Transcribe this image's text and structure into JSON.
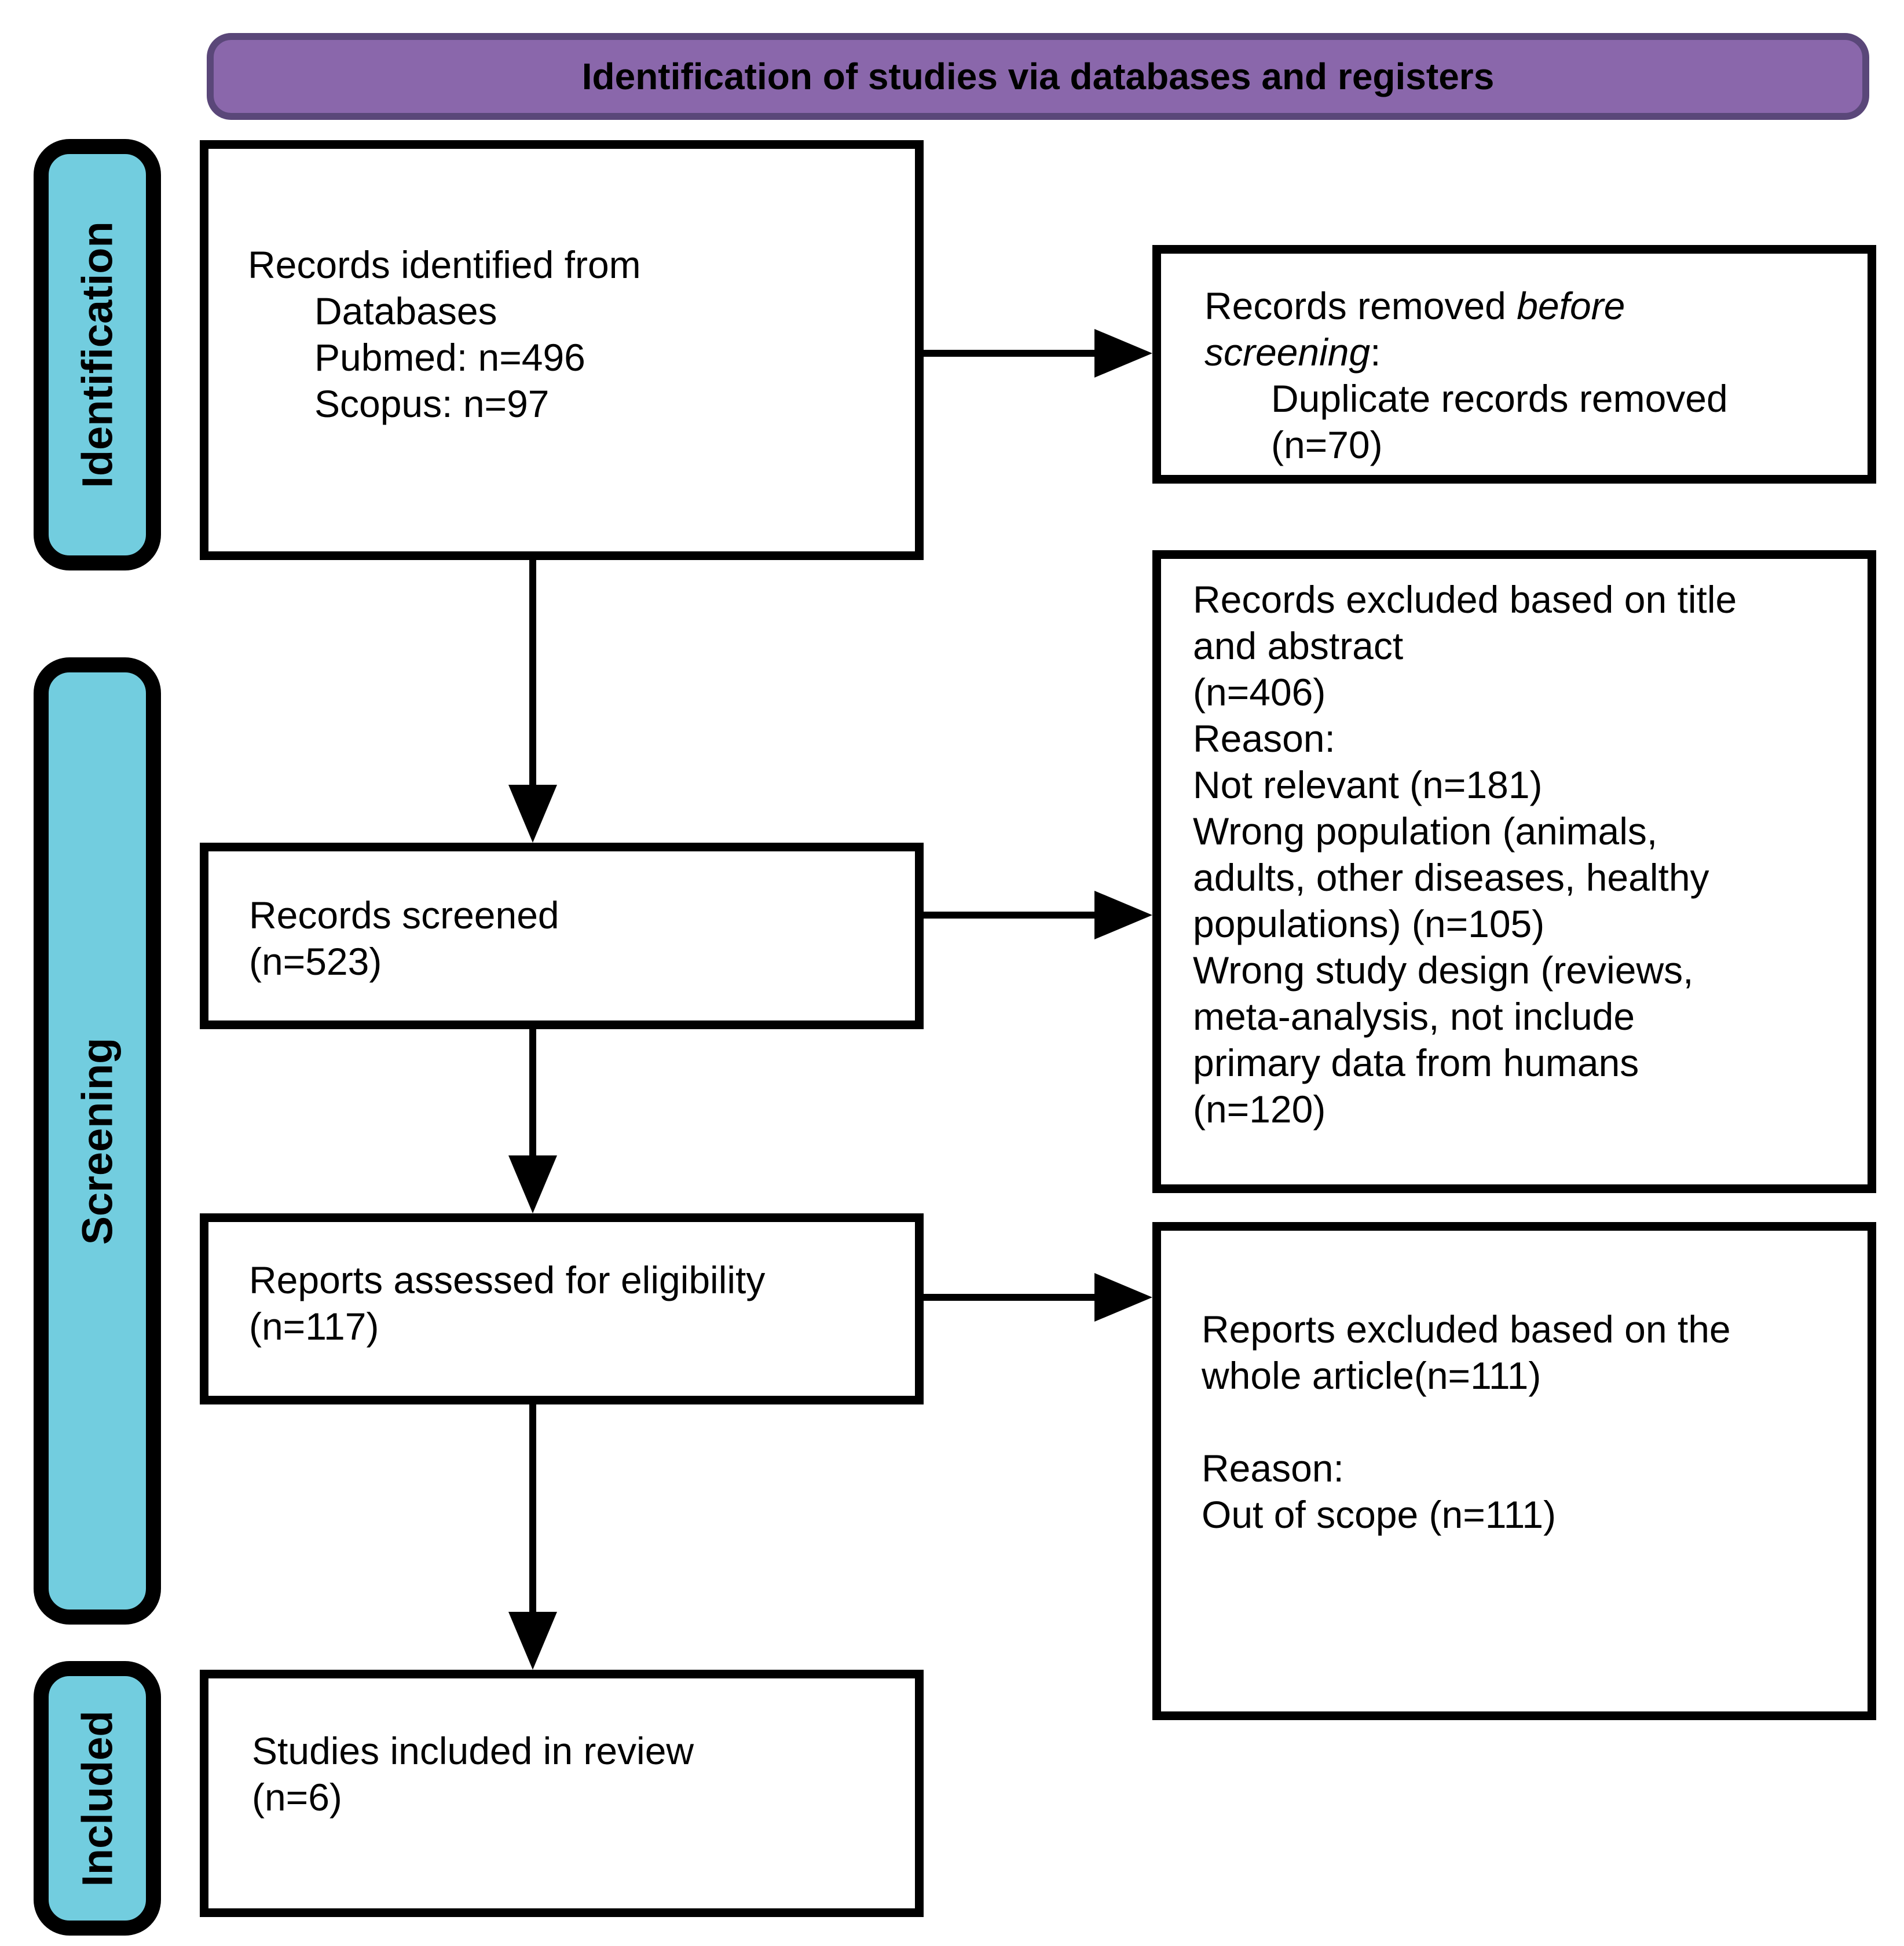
{
  "header": {
    "title": "Identification of studies via databases and registers"
  },
  "colors": {
    "purple": "#8a67ab",
    "purple_border": "#5a4779",
    "cyan": "#72cddf"
  },
  "sidebar": {
    "stages": [
      {
        "label": "Identification"
      },
      {
        "label": "Screening"
      },
      {
        "label": "Included"
      }
    ]
  },
  "boxes": {
    "records_identified": {
      "lines": [
        {
          "runs": [
            {
              "t": "Records identified from"
            }
          ]
        },
        {
          "indent": true,
          "runs": [
            {
              "t": "Databases"
            }
          ]
        },
        {
          "indent": true,
          "runs": [
            {
              "t": "Pubmed: n=496"
            }
          ]
        },
        {
          "indent": true,
          "runs": [
            {
              "t": "Scopus: n=97"
            }
          ]
        }
      ]
    },
    "records_removed": {
      "lines": [
        {
          "runs": [
            {
              "t": "Records removed "
            },
            {
              "t": "before",
              "italic": true
            }
          ]
        },
        {
          "runs": [
            {
              "t": "screening",
              "italic": true
            },
            {
              "t": ":"
            }
          ]
        },
        {
          "indent": true,
          "runs": [
            {
              "t": "Duplicate records removed"
            }
          ]
        },
        {
          "indent": true,
          "runs": [
            {
              "t": "(n=70)"
            }
          ]
        }
      ]
    },
    "records_screened": {
      "lines": [
        {
          "runs": [
            {
              "t": "Records screened"
            }
          ]
        },
        {
          "runs": [
            {
              "t": "(n=523)"
            }
          ]
        }
      ]
    },
    "records_excluded": {
      "lines": [
        {
          "runs": [
            {
              "t": "Records excluded based on title"
            }
          ]
        },
        {
          "runs": [
            {
              "t": "and abstract"
            }
          ]
        },
        {
          "runs": [
            {
              "t": "(n=406)"
            }
          ]
        },
        {
          "runs": [
            {
              "t": "Reason:"
            }
          ]
        },
        {
          "runs": [
            {
              "t": "Not relevant (n=181)"
            }
          ]
        },
        {
          "runs": [
            {
              "t": "Wrong population (animals,"
            }
          ]
        },
        {
          "runs": [
            {
              "t": "adults, other diseases, healthy"
            }
          ]
        },
        {
          "runs": [
            {
              "t": "populations) (n=105)"
            }
          ]
        },
        {
          "runs": [
            {
              "t": "Wrong study design (reviews,"
            }
          ]
        },
        {
          "runs": [
            {
              "t": "meta-analysis, not include"
            }
          ]
        },
        {
          "runs": [
            {
              "t": "primary data from humans"
            }
          ]
        },
        {
          "runs": [
            {
              "t": "(n=120)"
            }
          ]
        }
      ]
    },
    "reports_assessed": {
      "lines": [
        {
          "runs": [
            {
              "t": "Reports assessed for eligibility"
            }
          ]
        },
        {
          "runs": [
            {
              "t": "(n=117)"
            }
          ]
        }
      ]
    },
    "reports_excluded": {
      "lines": [
        {
          "runs": [
            {
              "t": "Reports excluded based on the"
            }
          ]
        },
        {
          "runs": [
            {
              "t": "whole article(n=111)"
            }
          ]
        },
        {
          "runs": [
            {
              "t": ""
            }
          ]
        },
        {
          "runs": [
            {
              "t": "Reason:"
            }
          ]
        },
        {
          "runs": [
            {
              "t": "Out of scope (n=111)"
            }
          ]
        }
      ]
    },
    "studies_included": {
      "lines": [
        {
          "runs": [
            {
              "t": "Studies included in review"
            }
          ]
        },
        {
          "runs": [
            {
              "t": "(n=6)"
            }
          ]
        }
      ]
    }
  }
}
